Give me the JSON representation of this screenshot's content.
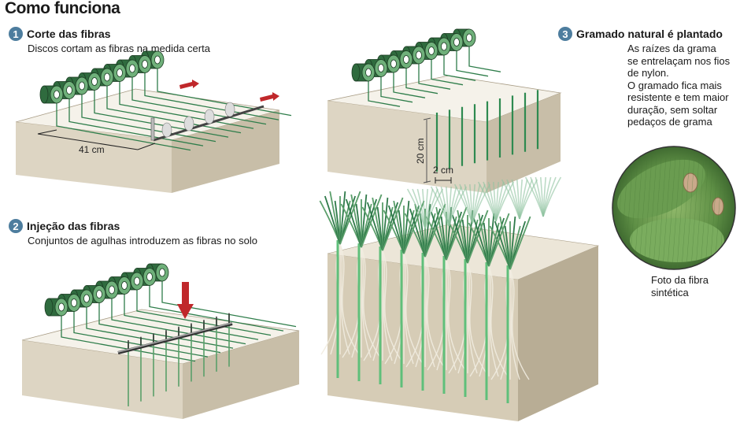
{
  "title": "Como funciona",
  "steps": [
    {
      "number": "1",
      "heading": "Corte das fibras",
      "description": "Discos cortam as fibras na medida certa"
    },
    {
      "number": "2",
      "heading": "Injeção das fibras",
      "description": "Conjuntos de agulhas introduzem as fibras no solo"
    },
    {
      "number": "3",
      "heading": "Gramado natural é plantado",
      "description_lines": [
        "As raízes da grama",
        "se entrelaçam nos fios",
        "de nylon.",
        "O gramado fica mais",
        "resistente e tem maior",
        "duração, sem soltar",
        "pedaços de grama"
      ]
    }
  ],
  "measurements": {
    "width_label": "41 cm",
    "depth_label": "20 cm",
    "spacing_label": "2 cm"
  },
  "photo_caption": [
    "Foto da fibra",
    "sintética"
  ],
  "colors": {
    "badge": "#4d7d9e",
    "fiber_green": "#2e7d4a",
    "soil_top": "#f3f0e8",
    "soil_front": "#ddd5c3",
    "soil_side": "#c8bea8",
    "arrow_red": "#c0282b"
  }
}
